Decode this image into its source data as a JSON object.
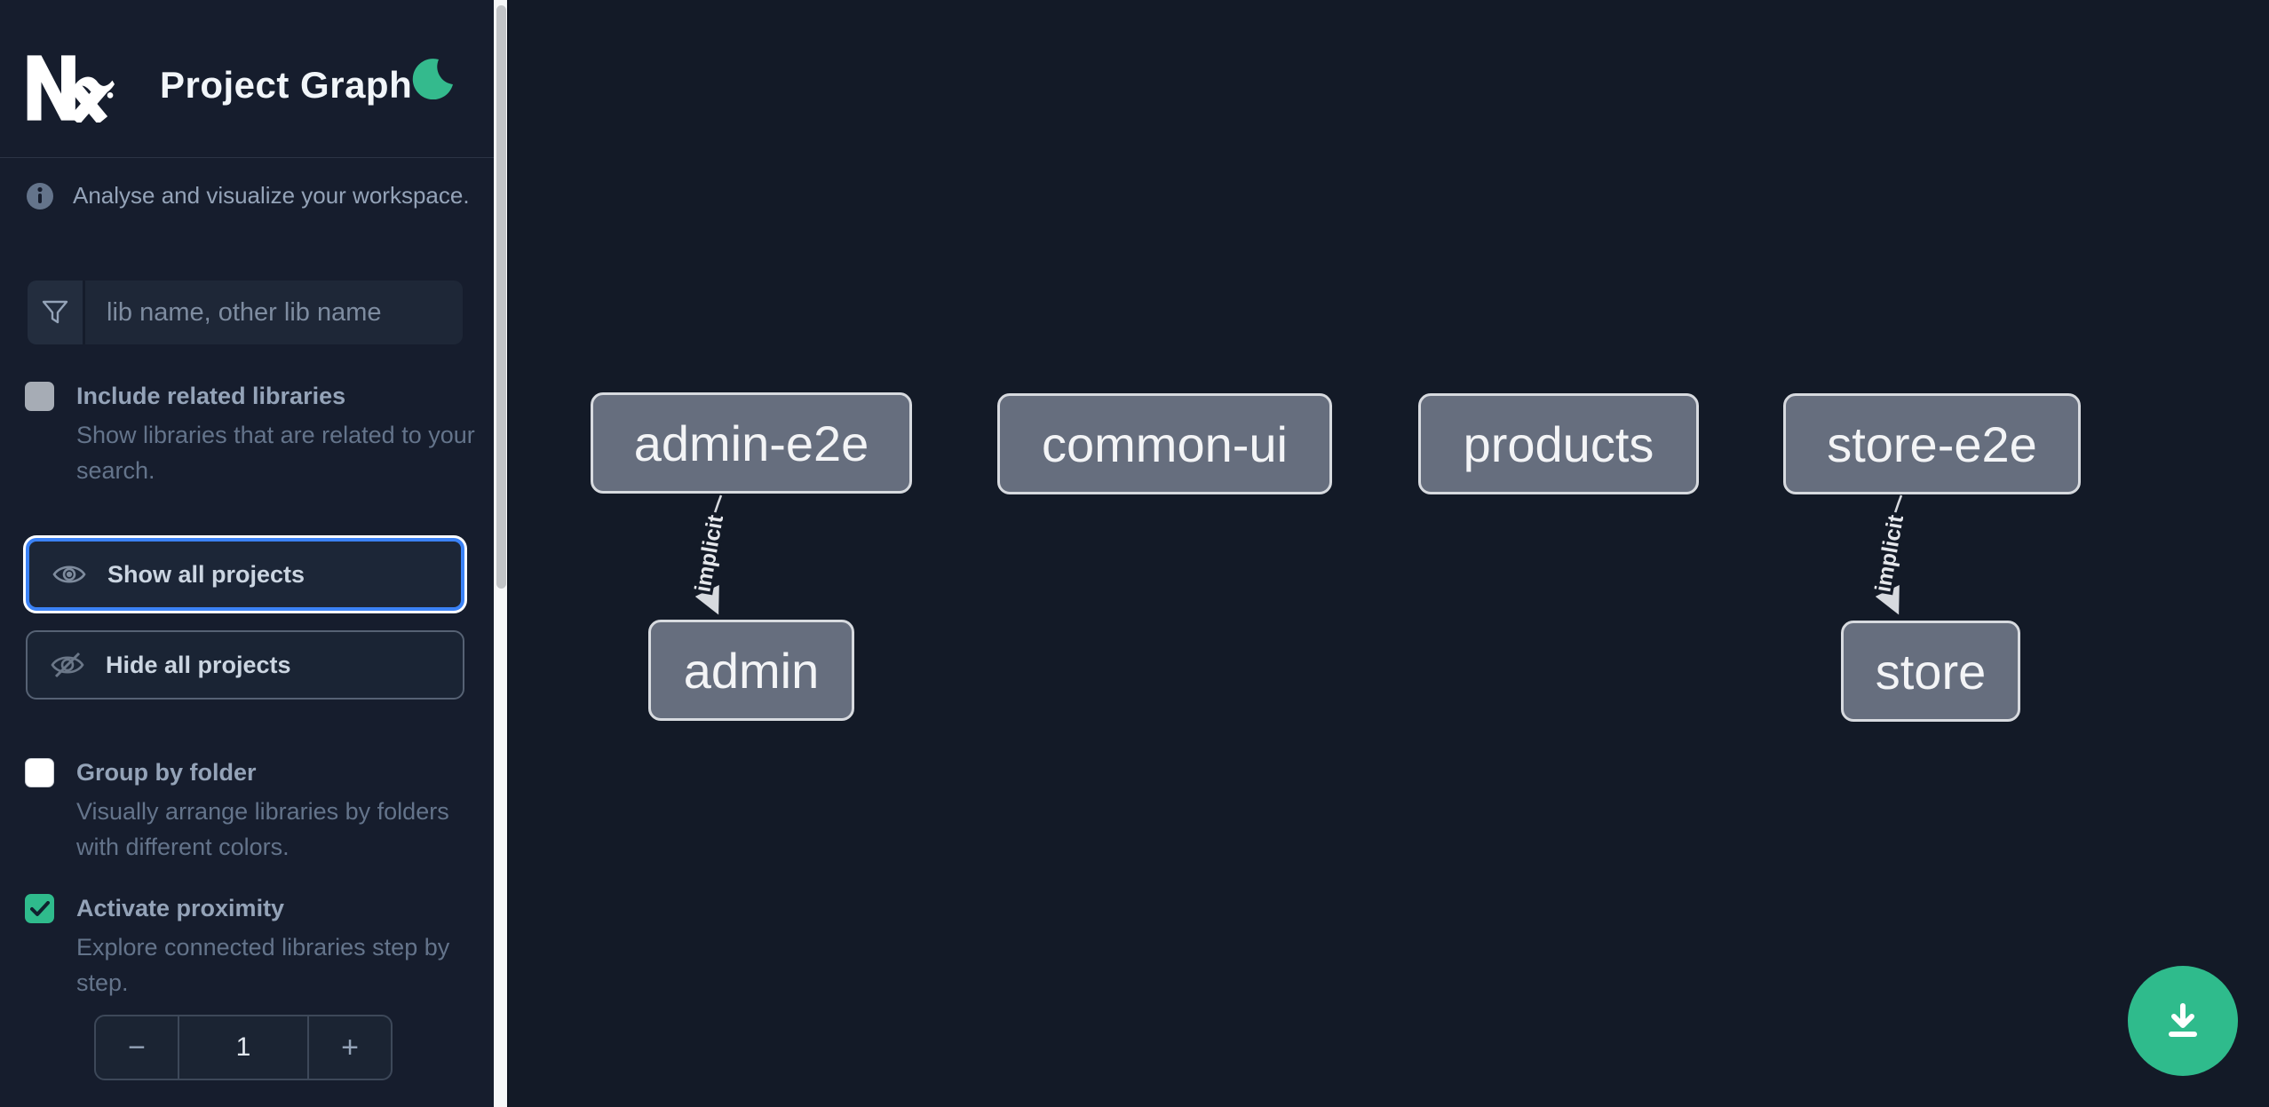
{
  "header": {
    "title": "Project Graph",
    "logo": "nx-logo",
    "theme_toggle_icon": "crescent-moon"
  },
  "sidebar": {
    "tagline": "Analyse and visualize your workspace.",
    "search": {
      "placeholder": "lib name, other lib name",
      "icon": "funnel-filter",
      "value": ""
    },
    "options": [
      {
        "label": "Include related libraries",
        "description": "Show libraries that are related to your search.",
        "checked": false
      },
      {
        "label": "Group by folder",
        "description": "Visually arrange libraries by folders with different colors.",
        "checked": false
      },
      {
        "label": "Activate proximity",
        "description": "Explore connected libraries step by step.",
        "checked": true
      }
    ],
    "buttons": {
      "show_all": "Show all projects",
      "hide_all": "Hide all projects",
      "show_all_icon": "eye",
      "hide_all_icon": "eye-off"
    },
    "proximity_stepper": {
      "decrement": "−",
      "value": "1",
      "increment": "+"
    }
  },
  "graph": {
    "nodes": [
      {
        "label": "admin-e2e"
      },
      {
        "label": "common-ui"
      },
      {
        "label": "products"
      },
      {
        "label": "store-e2e"
      },
      {
        "label": "admin"
      },
      {
        "label": "store"
      }
    ],
    "edges": [
      {
        "from": "admin-e2e",
        "to": "admin",
        "label": "implicit"
      },
      {
        "from": "store-e2e",
        "to": "store",
        "label": "implicit"
      }
    ]
  },
  "fab": {
    "icon": "download"
  },
  "colors": {
    "sidebar_bg": "#161D2D",
    "canvas_bg": "#131A27",
    "accent_blue": "#3B82F6",
    "accent_green": "#2FBB8C",
    "node_fill": "#666E7E",
    "node_border": "#D7DADF"
  }
}
